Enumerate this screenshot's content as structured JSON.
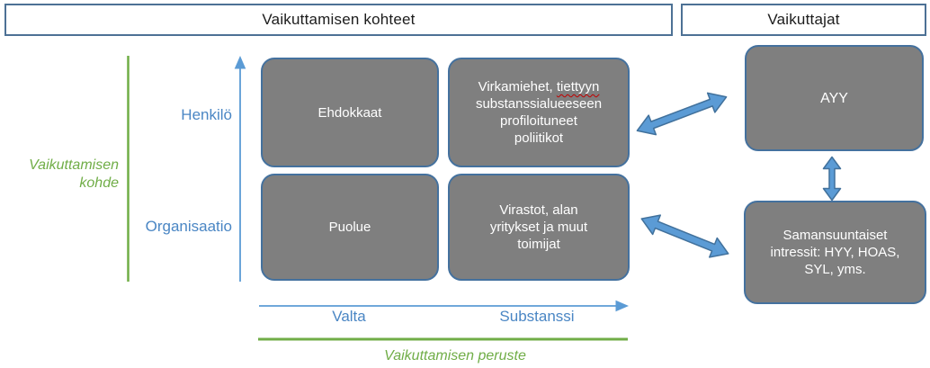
{
  "headers": {
    "targets": "Vaikuttamisen kohteet",
    "influencers": "Vaikuttajat"
  },
  "y_axis": {
    "title": "Vaikuttamisen\nkohde",
    "labels": [
      "Henkilö",
      "Organisaatio"
    ]
  },
  "x_axis": {
    "labels": [
      "Valta",
      "Substanssi"
    ],
    "title": "Vaikuttamisen peruste"
  },
  "matrix_boxes": {
    "ehdokkaat": "Ehdokkaat",
    "virkamiehet_before": "Virkamiehet, ",
    "virkamiehet_misspelled": "tiettyyn",
    "virkamiehet_after": "\nsubstanssialueeseen\nprofiloituneet\npoliitikot",
    "puolue": "Puolue",
    "virastot": "Virastot, alan\nyritykset ja muut\ntoimijat"
  },
  "influencer_boxes": {
    "ayy": "AYY",
    "samansuuntaiset": "Samansuuntaiset\nintressit: HYY, HOAS,\nSYL, yms."
  },
  "icons": {
    "double_arrow_horizontal": "↔",
    "double_arrow_vertical": "↕",
    "axis_arrow_up": "↑",
    "axis_arrow_right": "→"
  },
  "colors": {
    "box_fill": "#7f7f7f",
    "box_border": "#44719e",
    "arrow_blue_fill": "#5b9bd5",
    "arrow_blue_border": "#41719c",
    "label_blue": "#4a86c4",
    "green": "#70ad47",
    "header_border": "#4d7195",
    "misspell_red": "#c00000",
    "box_text": "#ffffff",
    "header_text": "#1c1c1c"
  }
}
